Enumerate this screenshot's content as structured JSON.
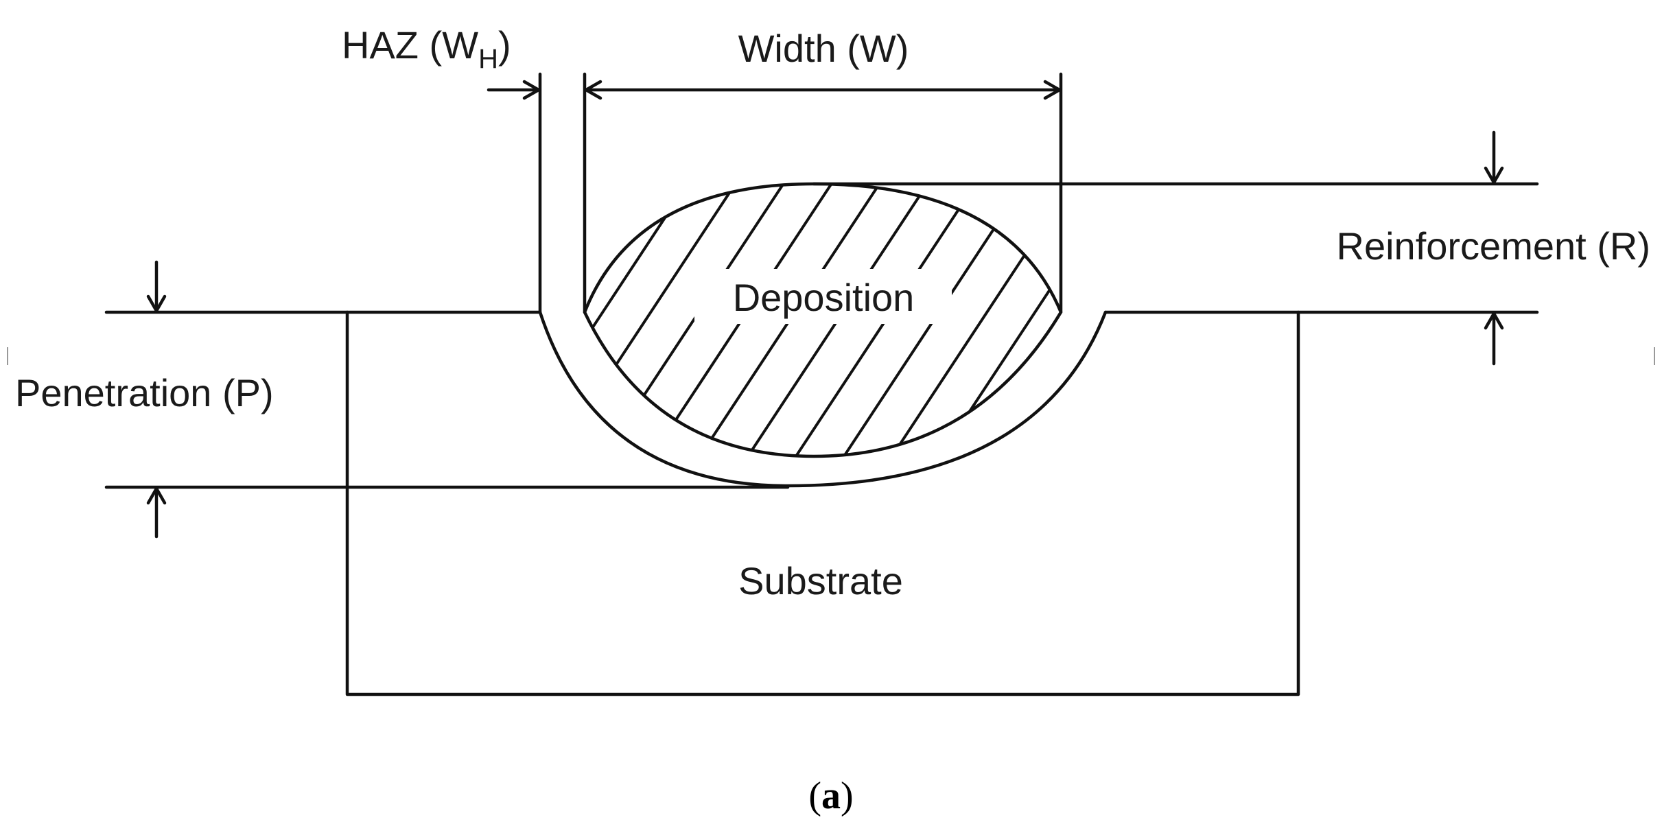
{
  "labels": {
    "haz": "HAZ (W",
    "haz_sub": "H",
    "haz_close": ")",
    "width": "Width (W)",
    "reinforcement": "Reinforcement (R)",
    "deposition": "Deposition",
    "penetration": "Penetration (P)",
    "substrate": "Substrate"
  },
  "caption": {
    "open": "(",
    "letter": "a",
    "close": ")"
  }
}
